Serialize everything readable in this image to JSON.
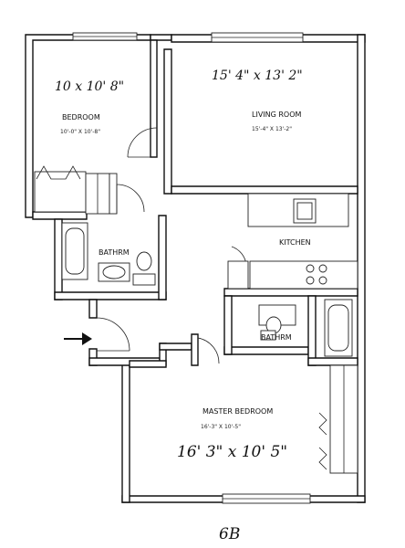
{
  "plan": {
    "unit_label": "6B"
  },
  "rooms": {
    "bedroom": {
      "name": "BEDROOM",
      "dims": "10'-0\" X 10'-8\"",
      "handwritten": "10 x 10' 8\""
    },
    "living": {
      "name": "LIVING ROOM",
      "dims": "15'-4\" X 13'-2\"",
      "handwritten": "15' 4\" x 13' 2\""
    },
    "kitchen": {
      "name": "KITCHEN"
    },
    "bath1": {
      "name": "BATHRM"
    },
    "bath2": {
      "name": "BATHRM"
    },
    "master": {
      "name": "MASTER BEDROOM",
      "dims": "16'-3\" X 10'-5\"",
      "handwritten": "16' 3\" x 10' 5\""
    }
  },
  "icons": {
    "entry": "entry-arrow-icon"
  }
}
